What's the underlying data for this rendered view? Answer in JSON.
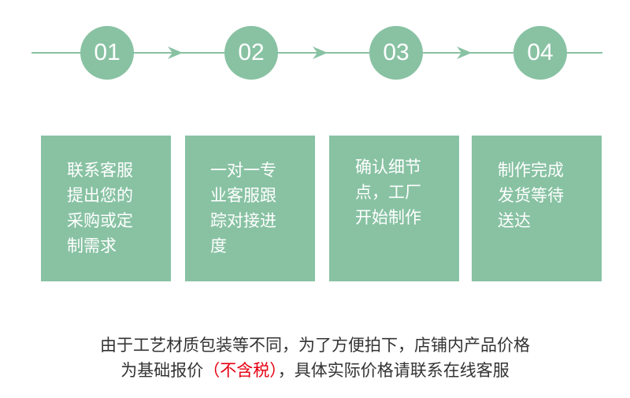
{
  "steps": [
    {
      "number": "01",
      "text": "联系客服\n提出您的\n采购或定\n制需求"
    },
    {
      "number": "02",
      "text": "一对一专\n业客服跟\n踪对接进\n度"
    },
    {
      "number": "03",
      "text": "确认细节\n点，工厂\n开始制作"
    },
    {
      "number": "04",
      "text": "制作完成\n发货等待\n送达"
    }
  ],
  "notice": {
    "line1": "由于工艺材质包装等不同，为了方便拍下，店铺内产品价格",
    "line2_prefix": "为基础报价",
    "line2_highlight": "（不含税）",
    "line2_suffix": "，具体实际价格请联系在线客服"
  },
  "colors": {
    "accent": "#88c2a3",
    "highlight": "#e60012",
    "text": "#333333"
  }
}
